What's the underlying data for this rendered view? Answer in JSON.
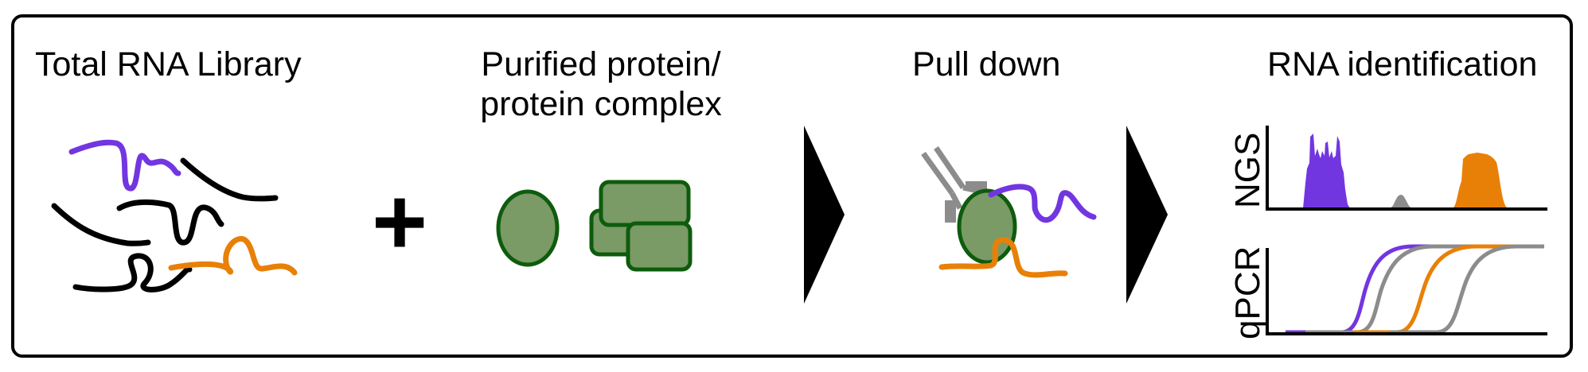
{
  "panels": {
    "library": {
      "title": "Total RNA Library"
    },
    "protein": {
      "title_line1": "Purified protein/",
      "title_line2": "protein complex"
    },
    "pulldown": {
      "title": "Pull down"
    },
    "identification": {
      "title": "RNA identification",
      "ngs_label": "NGS",
      "qpcr_label": "qPCR"
    }
  },
  "plus_symbol": "+",
  "colors": {
    "purple": "#7236e0",
    "orange": "#e88008",
    "black": "#000000",
    "protein_fill": "#7a9a66",
    "protein_stroke": "#0d5c0d",
    "antibody": "#8c8c8c",
    "grey_curve": "#8c8c8c"
  }
}
